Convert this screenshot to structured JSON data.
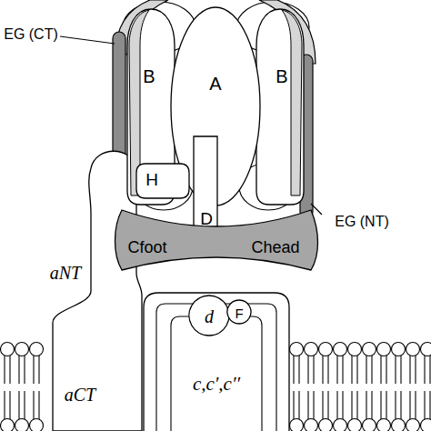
{
  "diagram": {
    "nodes": [
      {
        "text": [
          "A"
        ]
      },
      {
        "text": [
          "B"
        ]
      },
      {
        "text": [
          "B"
        ]
      },
      {
        "text": [
          "H"
        ]
      },
      {
        "text": [
          "D"
        ]
      },
      {
        "text": [
          "Cfoot",
          "Chead"
        ]
      },
      {
        "text": [
          "aNT",
          "aCT"
        ]
      },
      {
        "text": [
          "d"
        ]
      },
      {
        "text": [
          "F"
        ]
      },
      {
        "text": [
          "c,c′,c′′"
        ]
      }
    ],
    "labels": [
      "EG (CT)",
      "EG (NT)"
    ]
  }
}
